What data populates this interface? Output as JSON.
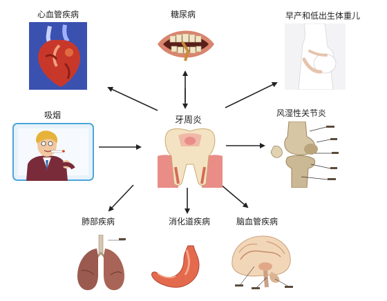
{
  "diagram": {
    "center_label": "牙周炎",
    "nodes": {
      "heart": "心血管疾病",
      "diabetes": "糖尿病",
      "preterm": "早产和低出生体重儿",
      "smoking": "吸烟",
      "arthritis": "风湿性关节炎",
      "lung": "肺部疾病",
      "digestive": "消化道疾病",
      "brain": "脑血管疾病"
    }
  }
}
